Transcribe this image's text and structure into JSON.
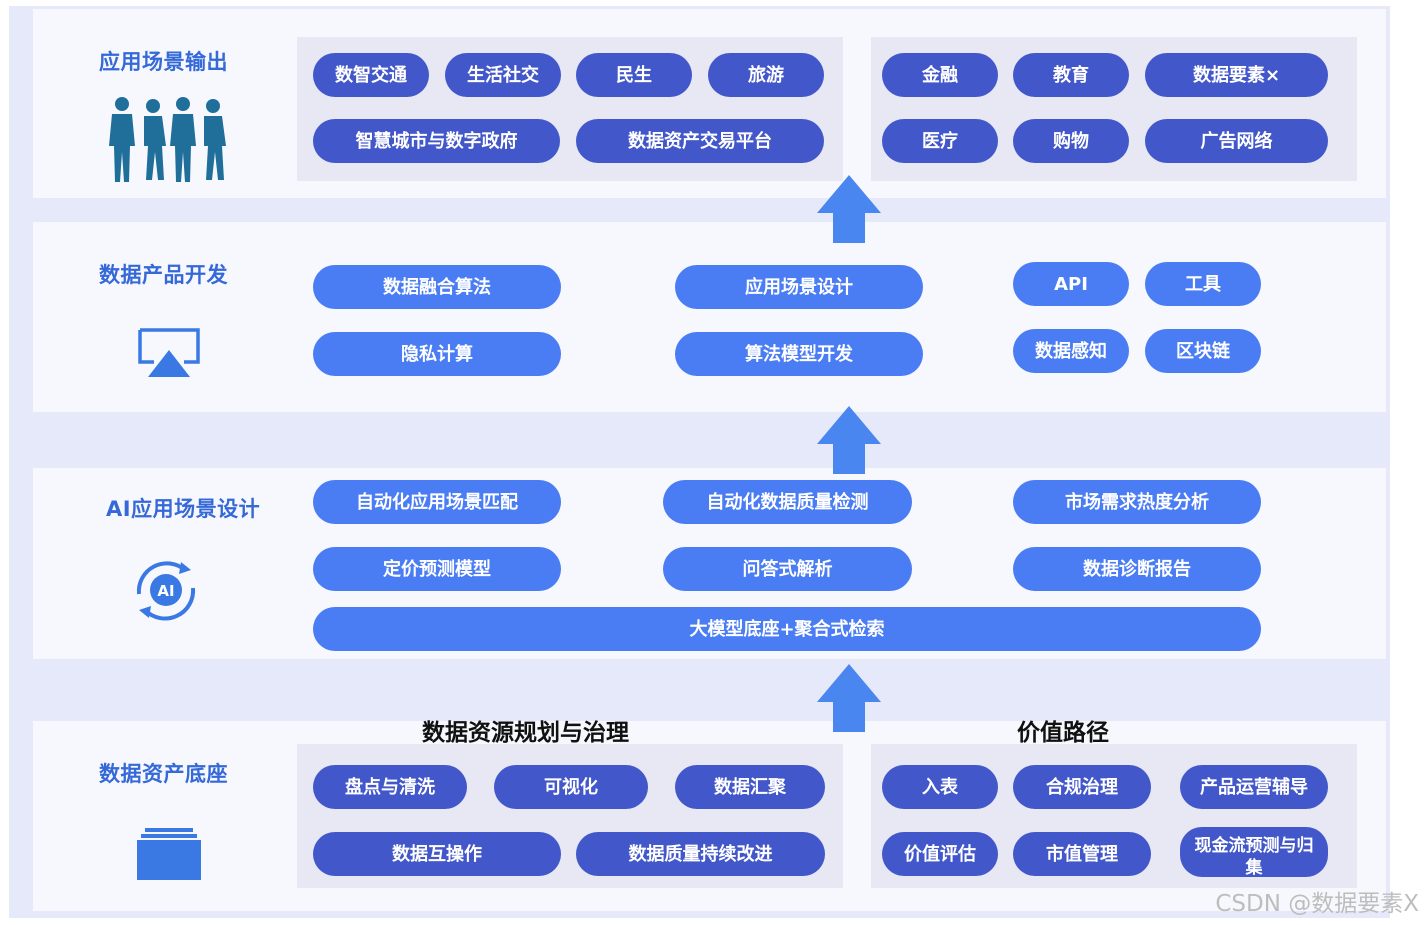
{
  "layers": {
    "application_output": {
      "label": "应用场景输出",
      "left_items": [
        "数智交通",
        "生活社交",
        "民生",
        "旅游",
        "智慧城市与数字政府",
        "数据资产交易平台"
      ],
      "right_items": [
        "金融",
        "教育",
        "数据要素×",
        "医疗",
        "购物",
        "广告网络"
      ]
    },
    "product_development": {
      "label": "数据产品开发",
      "items": [
        "数据融合算法",
        "隐私计算",
        "应用场景设计",
        "算法模型开发",
        "API",
        "工具",
        "数据感知",
        "区块链"
      ]
    },
    "ai_scene_design": {
      "label": "AI应用场景设计",
      "icon_text": "AI",
      "items": [
        "自动化应用场景匹配",
        "定价预测模型",
        "自动化数据质量检测",
        "问答式解析",
        "市场需求热度分析",
        "数据诊断报告"
      ],
      "base_bar": "大模型底座+聚合式检索"
    },
    "asset_base": {
      "label": "数据资产底座",
      "left_title": "数据资源规划与治理",
      "right_title": "价值路径",
      "left_items": [
        "盘点与清洗",
        "可视化",
        "数据汇聚",
        "数据互操作",
        "数据质量持续改进"
      ],
      "right_items": [
        "入表",
        "合规治理",
        "产品运营辅导",
        "价值评估",
        "市值管理",
        "现金流预测与归集"
      ]
    }
  },
  "watermark": "CSDN @数据要素X",
  "colors": {
    "pill_dark": "#4257c9",
    "pill_light": "#4a7cf4",
    "label": "#3569d8",
    "arrow": "#4a86f0"
  },
  "icons": [
    "business-people-icon",
    "screen-cast-icon",
    "ai-circle-icon",
    "stacked-folder-icon",
    "up-arrow-icon"
  ]
}
